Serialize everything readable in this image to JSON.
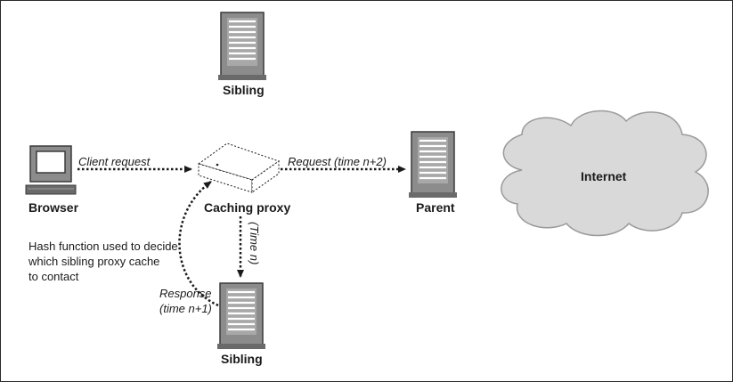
{
  "nodes": {
    "sibling_top": "Sibling",
    "browser": "Browser",
    "caching_proxy": "Caching proxy",
    "parent": "Parent",
    "internet": "Internet",
    "sibling_bottom": "Sibling"
  },
  "edges": {
    "client_request": "Client request",
    "request_parent": "Request (time n+2)",
    "request_sibling": "(Time n)",
    "response_line1": "Response",
    "response_line2": "(time n+1)"
  },
  "annotation": {
    "line1": "Hash function used to decide",
    "line2": "which sibling proxy cache",
    "line3": "to contact"
  },
  "icons": [
    "server-icon",
    "browser-computer-icon",
    "proxy-box-icon",
    "cloud-icon"
  ],
  "colors": {
    "server": "#8c8c8c",
    "cloud": "#d9d9d9",
    "line": "#1a1a1a"
  }
}
